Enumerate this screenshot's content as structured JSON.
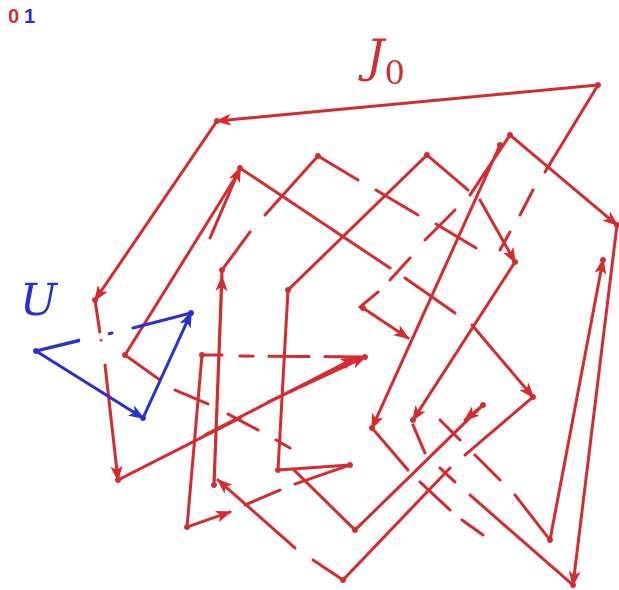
{
  "corner": {
    "first": "0",
    "second": "1",
    "first_color": "#d42b30",
    "second_color": "#2a2fd0"
  },
  "labels": {
    "knot_name": "J",
    "knot_subscript": "0",
    "unknot_name": "U"
  },
  "colors": {
    "knot": "#d42b30",
    "unknot": "#2a2fd0",
    "background": "#ffffff"
  }
}
